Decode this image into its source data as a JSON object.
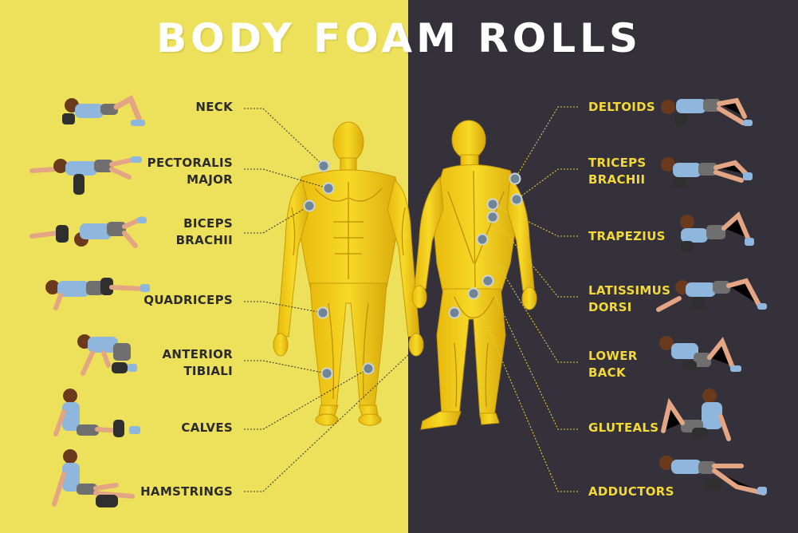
{
  "title": "BODY FOAM ROLLS",
  "colors": {
    "left_background": "#ede05a",
    "right_background": "#35313a",
    "left_label_text": "#2b2b2b",
    "right_label_text": "#f2d838",
    "body_fill": "#f2cf17",
    "marker": "#6f8494",
    "leader_line_left": "#3a3a3a",
    "leader_line_right": "#e8cc34",
    "figure_shirt": "#8fb7dd",
    "figure_shorts": "#6f6f6f",
    "figure_skin": "#e3a583",
    "figure_hair": "#6b3a1c",
    "foam_roller": "#2f2f2f"
  },
  "labels": {
    "left": [
      {
        "id": "neck",
        "line1": "NECK",
        "line2": ""
      },
      {
        "id": "pectoralis",
        "line1": "PECTORALIS",
        "line2": "MAJOR"
      },
      {
        "id": "biceps",
        "line1": "BICEPS",
        "line2": "BRACHII"
      },
      {
        "id": "quadriceps",
        "line1": "QUADRICEPS",
        "line2": ""
      },
      {
        "id": "anterior",
        "line1": "ANTERIOR",
        "line2": "TIBIALI"
      },
      {
        "id": "calves",
        "line1": "CALVES",
        "line2": ""
      },
      {
        "id": "hamstrings",
        "line1": "HAMSTRINGS",
        "line2": ""
      }
    ],
    "right": [
      {
        "id": "deltoids",
        "line1": "DELTOIDS",
        "line2": ""
      },
      {
        "id": "triceps",
        "line1": "TRICEPS",
        "line2": "BRACHII"
      },
      {
        "id": "trapezius",
        "line1": "TRAPEZIUS",
        "line2": ""
      },
      {
        "id": "latissimus",
        "line1": "LATISSIMUS",
        "line2": "DORSI"
      },
      {
        "id": "lowerback",
        "line1": "LOWER",
        "line2": "BACK"
      },
      {
        "id": "gluteals",
        "line1": "GLUTEALS",
        "line2": ""
      },
      {
        "id": "adductors",
        "line1": "ADDUCTORS",
        "line2": ""
      }
    ]
  },
  "icons": {
    "front_body": "human-front-anatomy",
    "back_body": "human-back-anatomy",
    "exercise": "person-foam-rolling",
    "marker": "muscle-marker-dot"
  }
}
